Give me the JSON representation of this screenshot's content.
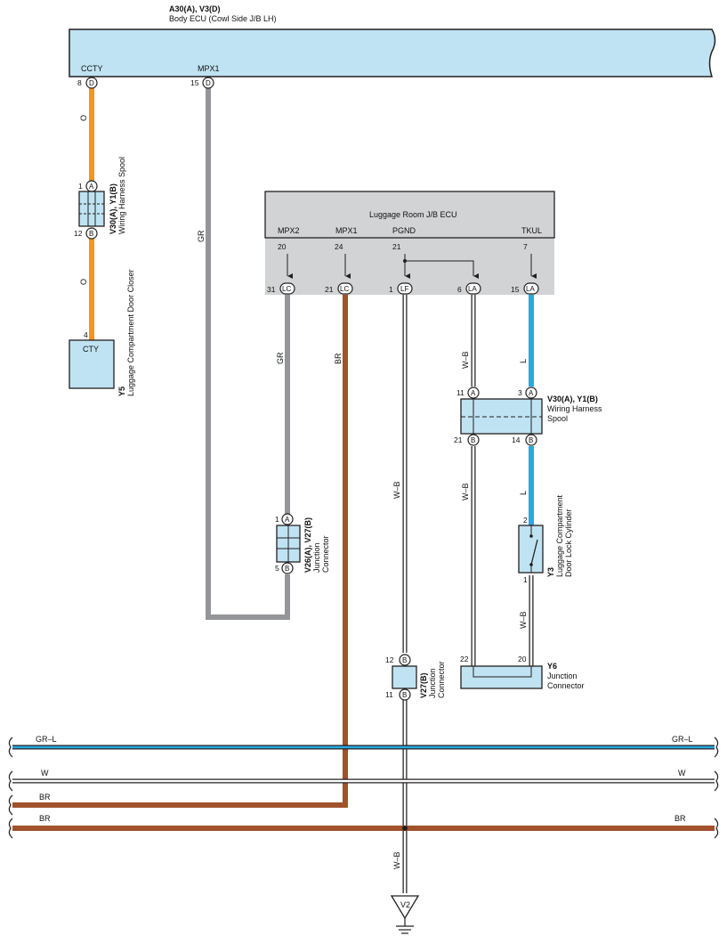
{
  "colors": {
    "component_fill": "#bfe3f2",
    "ecu_gray": "#d2d3d5",
    "wire_orange": "#f7941d",
    "wire_gray": "#939598",
    "wire_brown": "#a0522d",
    "wire_blue": "#27aae1",
    "wire_grl": "#27aae1",
    "outline": "#231f20"
  },
  "body_ecu": {
    "code": "A30(A), V3(D)",
    "name": "Body ECU (Cowl Side J/B LH)",
    "terminals": [
      {
        "name": "CCTY",
        "pin": "8",
        "conn": "D"
      },
      {
        "name": "MPX1",
        "pin": "15",
        "conn": "D"
      }
    ]
  },
  "spool_top": {
    "code": "V30(A), Y1(B)",
    "name": "Wiring Harness Spool",
    "pin_top": "1",
    "conn_top": "A",
    "pin_bottom": "12",
    "conn_bottom": "B"
  },
  "door_closer": {
    "code": "Y5",
    "name": "Luggage Compartment Door Closer",
    "terminal": "CTY",
    "pin": "4"
  },
  "luggage_ecu": {
    "name": "Luggage Room J/B ECU",
    "terminals": [
      {
        "name": "MPX2",
        "pin": "20",
        "conn_pin": "31",
        "conn": "LC"
      },
      {
        "name": "MPX1",
        "pin": "24",
        "conn_pin": "21",
        "conn": "LC"
      },
      {
        "name": "PGND",
        "pin": "21",
        "conn_pin": "1",
        "conn": "LF"
      },
      {
        "name": "",
        "pin": "",
        "conn_pin": "6",
        "conn": "LA"
      },
      {
        "name": "TKUL",
        "pin": "7",
        "conn_pin": "15",
        "conn": "LA"
      }
    ]
  },
  "spool_right": {
    "code": "V30(A), Y1(B)",
    "name_line1": "Wiring Harness",
    "name_line2": "Spool",
    "pins": [
      {
        "pin": "11",
        "conn": "A"
      },
      {
        "pin": "3",
        "conn": "A"
      },
      {
        "pin": "21",
        "conn": "B"
      },
      {
        "pin": "14",
        "conn": "B"
      }
    ]
  },
  "junction_left": {
    "code": "V26(A), V27(B)",
    "name_line1": "Junction",
    "name_line2": "Connector",
    "pin_top": "1",
    "conn_top": "A",
    "pin_bottom": "5",
    "conn_bottom": "B"
  },
  "junction_mid": {
    "code": "V27(B)",
    "name_line1": "Junction",
    "name_line2": "Connector",
    "pin_top": "12",
    "conn_top": "B",
    "pin_bottom": "11",
    "conn_bottom": "B"
  },
  "lock_cylinder": {
    "code": "Y3",
    "name_line1": "Luggage Compartment",
    "name_line2": "Door Lock Cylinder",
    "pin_top": "2",
    "pin_bottom": "1"
  },
  "junction_y6": {
    "code": "Y6",
    "name_line1": "Junction",
    "name_line2": "Connector",
    "pin_left": "22",
    "pin_right": "20"
  },
  "wire_labels": {
    "ccty_upper": "O",
    "ccty_lower": "O",
    "mpx1_body": "GR",
    "mpx2": "GR",
    "mpx1_lug": "BR",
    "pgnd": "W–B",
    "pgnd_lower": "W–B",
    "la_upper": "W–B",
    "la_lower": "W–B",
    "tkul_upper": "L",
    "tkul_lower": "L",
    "y3_out": "W–B"
  },
  "bus_lines": [
    {
      "label_left": "GR–L",
      "label_right": "GR–L"
    },
    {
      "label_left": "W",
      "label_right": "W"
    },
    {
      "label_left": "BR",
      "label_right": ""
    },
    {
      "label_left": "BR",
      "label_right": "BR"
    }
  ],
  "ground": {
    "code": "V2"
  }
}
